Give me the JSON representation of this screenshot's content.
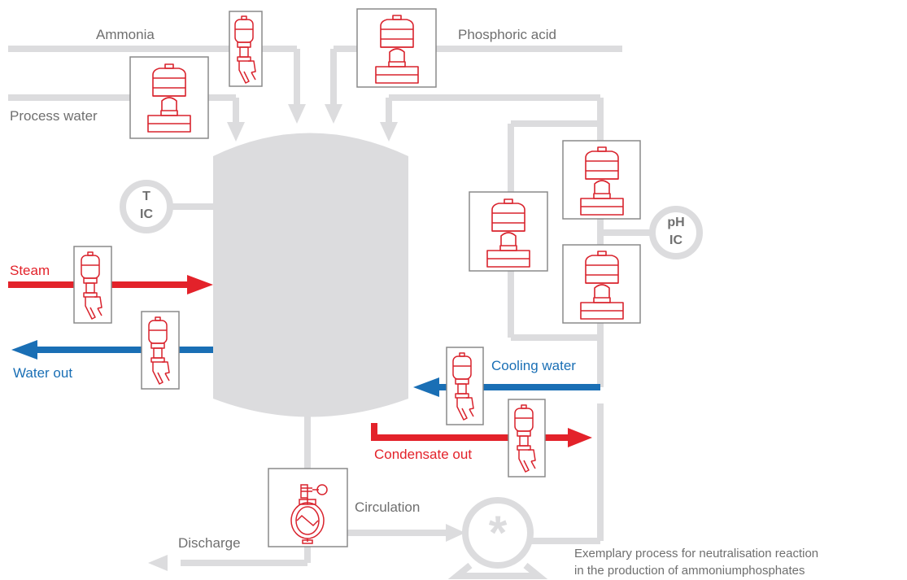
{
  "labels": {
    "ammonia": "Ammonia",
    "phosphoric_acid": "Phosphoric acid",
    "process_water": "Process water",
    "steam": "Steam",
    "water_out": "Water out",
    "cooling_water": "Cooling water",
    "condensate_out": "Condensate out",
    "circulation": "Circulation",
    "discharge": "Discharge"
  },
  "instruments": {
    "temperature": {
      "line1": "T",
      "line2": "IC"
    },
    "ph": {
      "line1": "pH",
      "line2": "IC"
    }
  },
  "caption": {
    "line1": "Exemplary process for neutralisation reaction",
    "line2": "in the production of ammoniumphosphates"
  },
  "colors": {
    "pipe": "#dcdcde",
    "heat": "#e3222a",
    "cool": "#1a6fb5",
    "valve_line": "#d9232d",
    "frame": "#8a8a8a",
    "text": "#6f6f6f"
  },
  "icons": {
    "angle_seat_valve": "angle-seat-valve-icon",
    "diaphragm_valve": "diaphragm-valve-icon",
    "butterfly_valve": "butterfly-valve-icon",
    "pump": "centrifugal-pump-icon"
  }
}
